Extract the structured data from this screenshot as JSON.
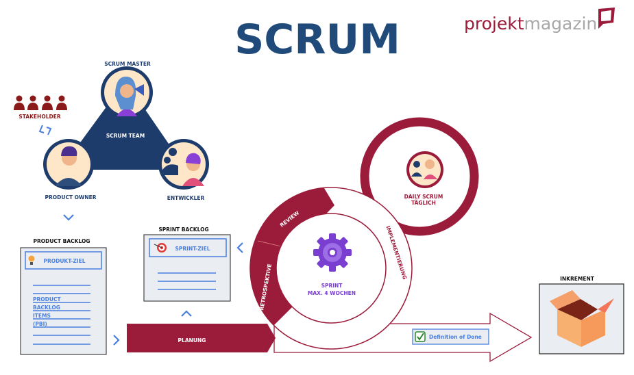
{
  "title": "SCRUM",
  "logo": {
    "part1": "projekt",
    "part2": "magazin"
  },
  "team": {
    "scrum_master": "SCRUM MASTER",
    "team_label": "SCRUM TEAM",
    "product_owner": "PRODUCT OWNER",
    "developers": "ENTWICKLER",
    "stakeholder": "STAKEHOLDER"
  },
  "product_backlog": {
    "title": "PRODUCT BACKLOG",
    "goal": "PRODUKT-ZIEL",
    "items": [
      "PRODUCT",
      "BACKLOG",
      "ITEMS",
      "(PBI)"
    ]
  },
  "sprint_backlog": {
    "title": "SPRINT BACKLOG",
    "goal": "SPRINT-ZIEL"
  },
  "sprint": {
    "title": "SPRINT",
    "subtitle": "MAX.  4 WOCHEN",
    "review": "REVIEW",
    "retro": "RETROSPEKTIVE",
    "implementation": "IMPLEMENTIERUNG",
    "planning": "PLANUNG"
  },
  "daily": {
    "line1": "DAILY SCRUM",
    "line2": "TÄGLICH"
  },
  "dod": "Definition of Done",
  "increment": "INKREMENT",
  "colors": {
    "navy": "#1d3b6b",
    "crimson": "#9b1b3a",
    "blue": "#4a7fe0",
    "purple": "#7a3fd0"
  }
}
